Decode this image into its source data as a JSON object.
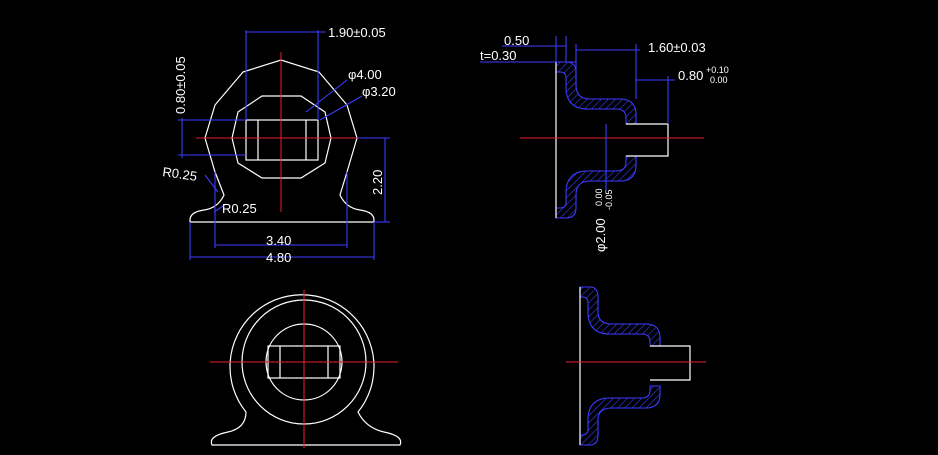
{
  "drawing": {
    "dims": {
      "width_top": "1.90±0.05",
      "height_left": "0.80±0.05",
      "dia_outer": "φ4.00",
      "dia_inner": "φ3.20",
      "radius_left": "R0.25",
      "radius_bottom": "R0.25",
      "height_right": "2.20",
      "width_inner": "3.40",
      "width_overall": "4.80",
      "step": "0.50",
      "thickness": "t=0.30",
      "depth": "1.60±0.03",
      "pin_base": "0.80",
      "pin_tol_upper": "+0.10",
      "pin_tol_lower": "0.00",
      "pin_dia": "φ2.00",
      "pin_dia_tol_upper": "0.00",
      "pin_dia_tol_lower": "-0.05"
    },
    "colors": {
      "background": "#000000",
      "outline": "#ffffff",
      "centerline": "#e8212a",
      "dimension": "#3a3cff"
    }
  }
}
